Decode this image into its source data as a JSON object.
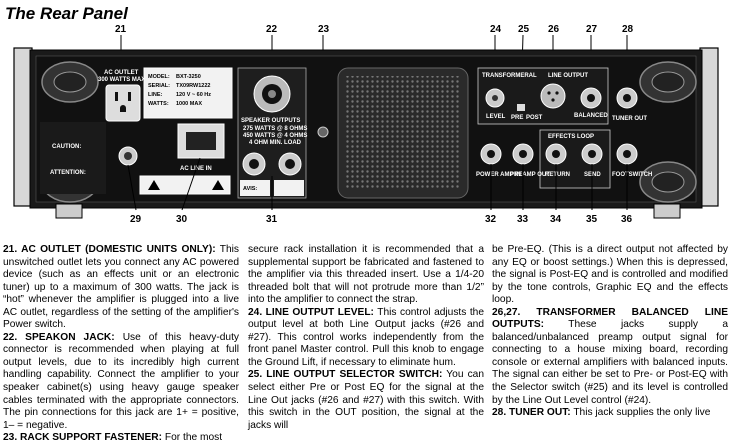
{
  "title": "The Rear Panel",
  "callouts": [
    "21",
    "22",
    "23",
    "24",
    "25",
    "26",
    "27",
    "28",
    "29",
    "30",
    "31",
    "32",
    "33",
    "34",
    "35",
    "36"
  ],
  "panel": {
    "ac_outlet": "AC OUTLET",
    "ac_watts": "300 WATTS MAX.",
    "model_label": "MODEL:",
    "model_value": "BXT-3250",
    "serial_label": "SERIAL:",
    "serial_value": "TX09RW1222",
    "line_label": "LINE:",
    "line_value": "120 V ~ 60 Hz",
    "watts_label": "WATTS:",
    "watts_value": "1000 MAX",
    "ac_line_in": "AC LINE IN",
    "speaker_outputs": "SPEAKER OUTPUTS",
    "speaker_spec": [
      "275 WATTS @ 8 OHMS",
      "450 WATTS @ 4 OHMS",
      "4 OHM MIN. LOAD"
    ],
    "caution": "CAUTION:",
    "attention": "ATTENTION:",
    "avis": "AVIS:",
    "transformer": "TRANSFORMERAL",
    "line_output": "LINE OUTPUT",
    "balanced": "BALANCED",
    "level": "LEVEL",
    "pre": "PRE",
    "post": "POST",
    "tuner_out": "TUNER OUT",
    "effects_loop": "EFFECTS LOOP",
    "power_amp_in": "POWER AMP IN",
    "preamp_out": "PREAMP OUT",
    "return": "RETURN",
    "send": "SEND",
    "footswitch": "FOOTSWITCH"
  },
  "col1": {
    "p21_head": "21. AC OUTLET (DOMESTIC UNITS ONLY):",
    "p21_body": " This unswitched outlet lets you connect any AC powered device (such as an effects unit or an electronic tuner) up to a maximum of 300 watts. The jack is “hot” whenever the amplifier is plugged into a live AC outlet, regardless of the setting of the amplifier's Power switch.",
    "p22_head": "22. SPEAKON JACK:",
    "p22_body": " Use of this heavy-duty connector is recommended when playing at full output levels, due to its incredibly high current handling capability. Connect the amplifier to your speaker cabinet(s) using heavy gauge speaker cables terminated with the appropriate connectors. The pin connections for this jack are 1+ = positive, 1– = negative.",
    "p23_head": "23. RACK SUPPORT FASTENER:",
    "p23_body": " For the most"
  },
  "col2": {
    "p23_cont": "secure rack installation it is recommended that a supplemental support be fabricated and fastened to the amplifier via this threaded insert. Use a 1/4-20 threaded bolt that will not protrude more than 1/2” into the amplifier to connect the strap.",
    "p24_head": "24. LINE OUTPUT LEVEL:",
    "p24_body": " This control adjusts the output level at both Line Output jacks (#26 and #27). This control works independently from the front panel Master control. Pull this knob to engage the Ground Lift, if necessary to eliminate hum.",
    "p25_head": "25. LINE OUTPUT SELECTOR SWITCH:",
    "p25_body": " You can select either Pre or Post EQ for the signal at the Line Out jacks (#26 and #27) with this switch. With this switch in the OUT position, the signal at the jacks will"
  },
  "col3": {
    "p25_cont": "be Pre-EQ. (This is a direct output not affected by any EQ or boost settings.) When this is depressed, the signal is Post-EQ and is controlled and modified by the tone controls, Graphic EQ and the effects loop.",
    "p26_head": "26,27. TRANSFORMER BALANCED LINE OUTPUTS:",
    "p26_body": " These jacks supply a balanced/unbalanced preamp output signal for connecting to a house mixing board, recording console or external amplifiers with balanced inputs. The signal can either be set to Pre- or Post-EQ with the Selector switch (#25) and its level is controlled by the Line Out Level control (#24).",
    "p28_head": "28. TUNER OUT:",
    "p28_body": " This jack supplies the only live"
  }
}
